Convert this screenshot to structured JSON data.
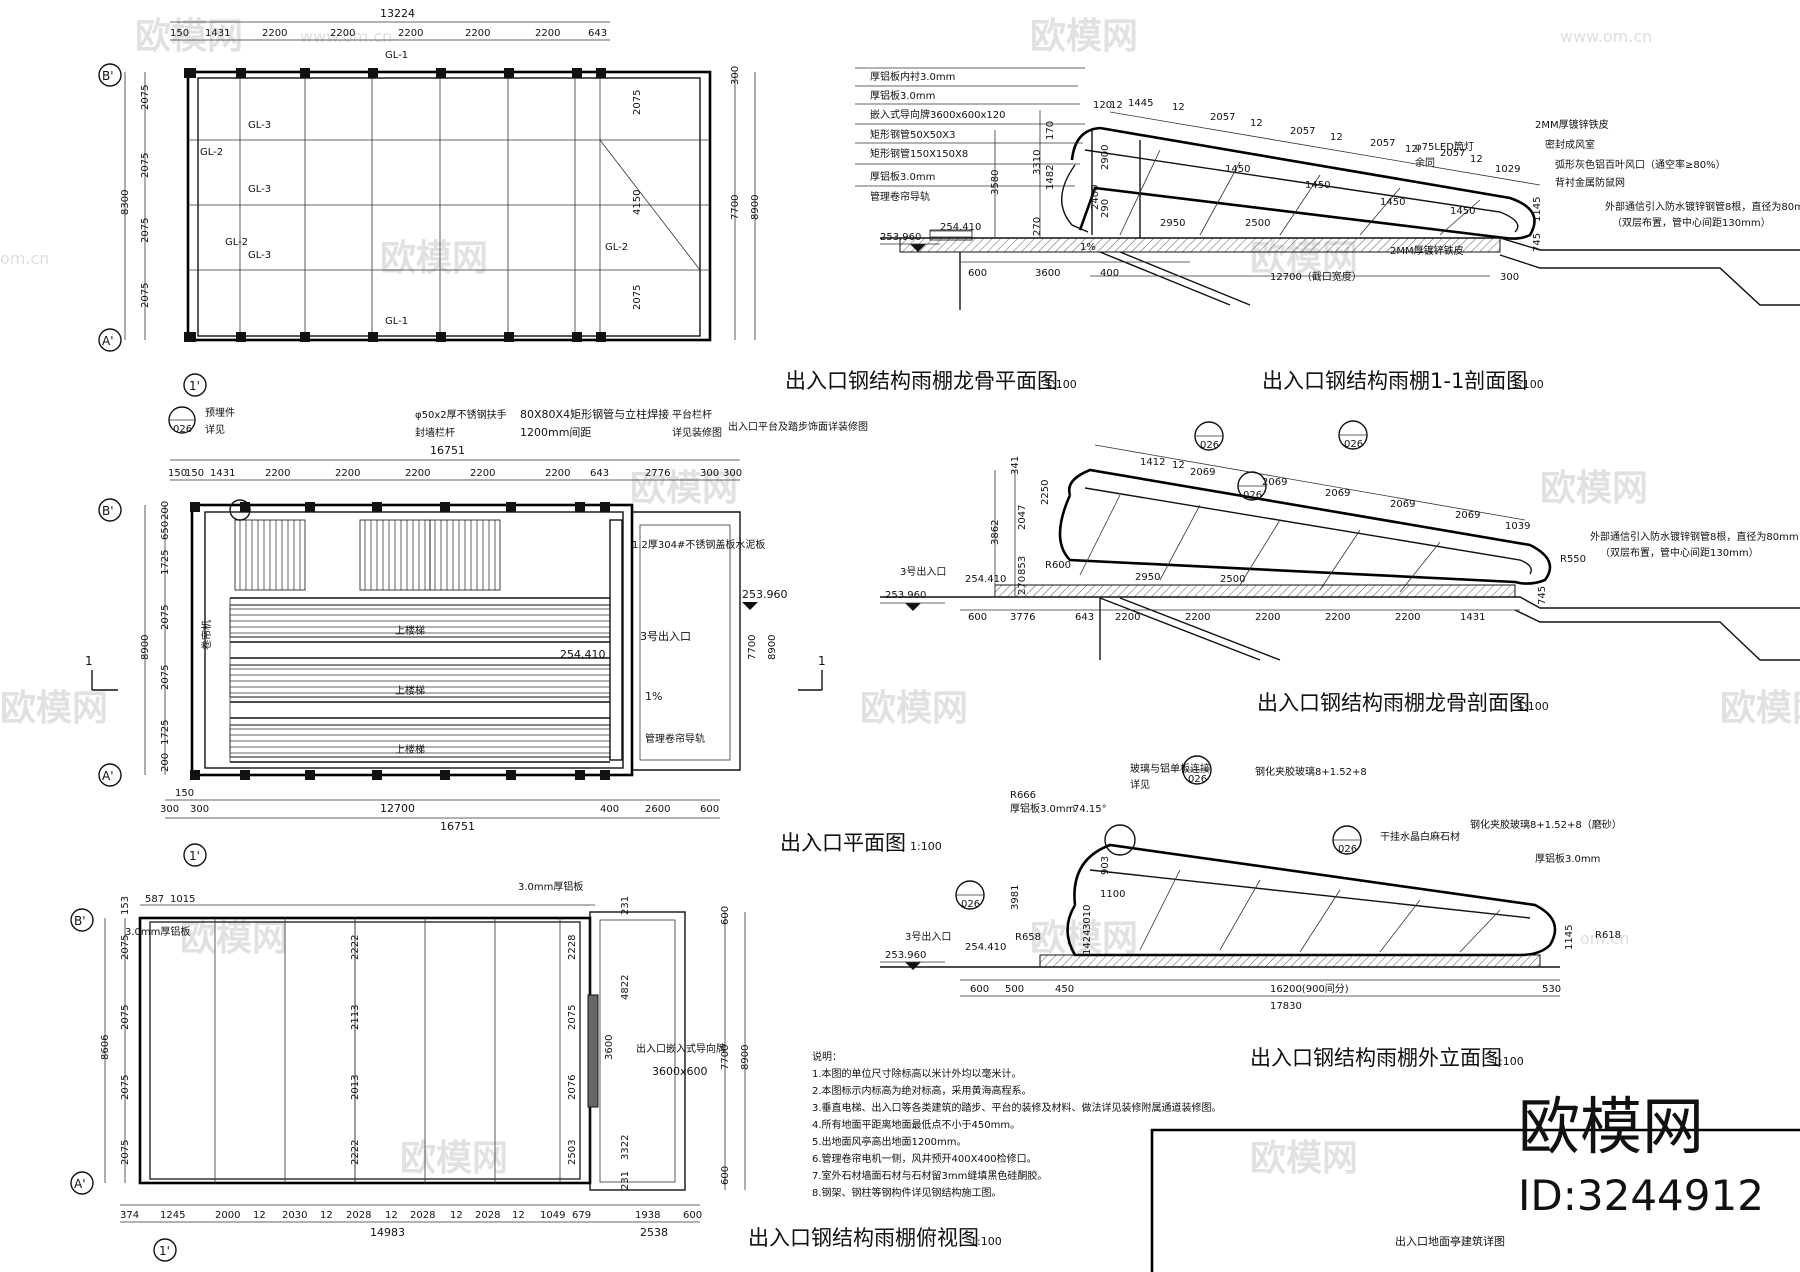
{
  "titles": {
    "keel_plan": "出入口钢结构雨棚龙骨平面图",
    "section_1_1": "出入口钢结构雨棚1-1剖面图",
    "entrance_plan": "出入口平面图",
    "keel_section": "出入口钢结构雨棚龙骨剖面图",
    "top_view": "出入口钢结构雨棚俯视图",
    "elevation": "出入口钢结构雨棚外立面图",
    "scale": "1:100",
    "title_block": "出入口地面亭建筑详图"
  },
  "brand": {
    "logo": "欧模网",
    "id": "ID:3244912",
    "watermark_url": "www.om.cn",
    "watermark_url_short": "om.cn"
  },
  "keel_plan": {
    "total": "13224",
    "dims_top": [
      "150",
      "1431",
      "2200",
      "2200",
      "2200",
      "2200",
      "2200",
      "643"
    ],
    "dims_left": [
      "2075",
      "2075",
      "2075",
      "2075"
    ],
    "total_left": "8300",
    "dims_right": [
      "2075",
      "4150",
      "2075"
    ],
    "right_a": "7700",
    "right_b": "8900",
    "right_c": "300",
    "beams": [
      "GL-1",
      "GL-3",
      "GL-3",
      "GL-2",
      "GL-3",
      "GL-2",
      "GL-1",
      "GL-2"
    ],
    "axis_b": "B'",
    "axis_a": "A'",
    "axis_1": "1'"
  },
  "section_1_1": {
    "labels": [
      "厚铝板内衬3.0mm",
      "厚铝板3.0mm",
      "嵌入式导向牌3600x600x120",
      "矩形钢管50X50X3",
      "矩形钢管150X150X8",
      "厚铝板3.0mm",
      "管理卷帘导轨"
    ],
    "right_labels": [
      "φ75LED筒灯",
      "余同",
      "2MM厚镀锌铁皮",
      "密封成风室",
      "弧形灰色铝百叶风口（通空率≥80%）",
      "背衬金属防鼠网",
      "外部通信引入防水镀锌钢管8根，直径为80mm",
      "（双层布置，管中心间距130mm）",
      "2MM厚镀锌铁皮"
    ],
    "dims": [
      "120",
      "12",
      "1445",
      "12",
      "2057",
      "12",
      "2057",
      "12",
      "2057",
      "12",
      "2057",
      "12",
      "1029",
      "1450",
      "1450",
      "1450",
      "1450",
      "1145",
      "745"
    ],
    "vert": [
      "3580",
      "1482",
      "3310",
      "170",
      "2900",
      "2400",
      "290",
      "270"
    ],
    "bottom": [
      "600",
      "3600",
      "400",
      "12700（截口宽度）",
      "300",
      "2950",
      "2500",
      "1%"
    ],
    "elev": [
      "254.410",
      "253.960"
    ]
  },
  "entrance_plan": {
    "top_notes": [
      "预埋件",
      "详见",
      "φ50x2厚不锈钢扶手",
      "封墙栏杆",
      "80X80X4矩形钢管与立柱焊接",
      "1200mm间距",
      "平台栏杆",
      "详见装修图",
      "出入口平台及踏步饰面详装修图"
    ],
    "total_top": "16751",
    "dims_top": [
      "150",
      "150",
      "1431",
      "2200",
      "2200",
      "2200",
      "2200",
      "2200",
      "643",
      "2776",
      "300",
      "300"
    ],
    "dims_left": [
      "200",
      "650",
      "1725",
      "2075",
      "2075",
      "1725",
      "200"
    ],
    "left_total": "8900",
    "right": [
      "7700",
      "8900"
    ],
    "labels": [
      "1.2厚304#不锈钢盖板水泥板",
      "上楼梯",
      "上楼梯",
      "上楼梯",
      "卷帘机",
      "3号出入口",
      "1%",
      "254.410",
      "253.960",
      "管理卷帘导轨"
    ],
    "dims_bottom": [
      "300",
      "150",
      "300",
      "12700",
      "400",
      "2600",
      "600"
    ],
    "total_bottom": "16751",
    "ref": "026",
    "section_mark": "1"
  },
  "keel_section": {
    "dims": [
      "341",
      "1412",
      "12",
      "2069",
      "2069",
      "2069",
      "2069",
      "2069",
      "1039",
      "2500",
      "2950"
    ],
    "vert": [
      "3862",
      "2047",
      "2250",
      "853",
      "270"
    ],
    "labels": [
      "3号出入口",
      "R600",
      "R550",
      "外部通信引入防水镀锌钢管8根，直径为80mm",
      "（双层布置，管中心间距130mm）"
    ],
    "bottom": [
      "600",
      "3776",
      "643",
      "2200",
      "2200",
      "2200",
      "2200",
      "2200",
      "1431",
      "745"
    ],
    "elev": [
      "254.410",
      "253.960"
    ],
    "ref": "026"
  },
  "top_view": {
    "dims_top": [
      "587",
      "1015"
    ],
    "top_label": "3.0mm厚铝板",
    "left_label": "3.0mm厚铝板",
    "dims_left": [
      "153",
      "2075",
      "2075",
      "2075",
      "2075"
    ],
    "left_total": "8606",
    "inner": [
      "2222",
      "2113",
      "2013",
      "2222",
      "2228",
      "2075",
      "2076",
      "2503"
    ],
    "sign": [
      "3600",
      "4822",
      "3322",
      "出入口嵌入式导向牌",
      "3600x600"
    ],
    "right": [
      "231",
      "600",
      "7700",
      "8900",
      "600",
      "231"
    ],
    "bottom": [
      "374",
      "1245",
      "2000",
      "12",
      "2030",
      "12",
      "2028",
      "12",
      "2028",
      "12",
      "2028",
      "12",
      "1049",
      "679",
      "1938",
      "600"
    ],
    "bottom_total": "14983",
    "bottom_right": "2538"
  },
  "elevation": {
    "labels": [
      "玻璃与铝单板连接",
      "详见",
      "钢化夹胶玻璃8+1.52+8",
      "干挂水晶白麻石材",
      "钢化夹胶玻璃8+1.52+8（磨砂）",
      "厚铝板3.0mm",
      "厚铝板3.0mm",
      "3号出入口"
    ],
    "dims": [
      "R666",
      "74.15°",
      "903",
      "3010",
      "1100",
      "1424",
      "R658",
      "R618",
      "1145",
      "3981"
    ],
    "bottom": [
      "600",
      "500",
      "450",
      "16200(900间分)",
      "530",
      "17830"
    ],
    "elev": [
      "254.410",
      "253.960"
    ],
    "ref": "026"
  },
  "notes": {
    "header": "说明：",
    "items": [
      "1.本图的单位尺寸除标高以米计外均以毫米计。",
      "2.本图标示内标高为绝对标高，采用黄海高程系。",
      "3.垂直电梯、出入口等各类建筑的踏步、平台的装修及材料、做法详见装修附属通道装修图。",
      "4.所有地面平距离地面最低点不小于450mm。",
      "5.出地面风亭高出地面1200mm。",
      "6.管理卷帘电机一侧，风井预开400X400检修口。",
      "7.室外石材墙面石材与石材留3mm缝填黑色硅酮胶。",
      "8.钢架、钢柱等钢构件详见钢结构施工图。"
    ]
  }
}
